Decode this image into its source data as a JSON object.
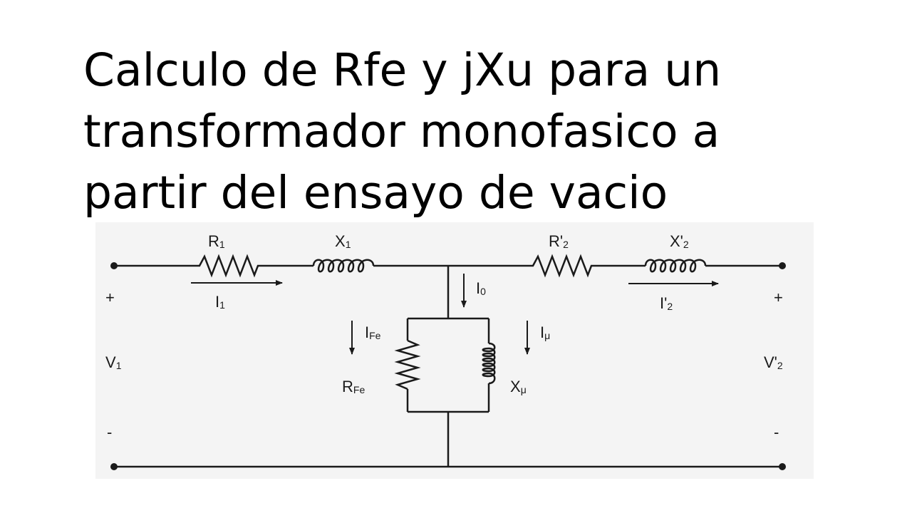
{
  "slide": {
    "title_lines": [
      "Calculo de Rfe y jXu para un",
      "transformador monofasico a",
      "partir del ensayo de vacio"
    ]
  },
  "diagram": {
    "labels": {
      "r1": {
        "main": "R",
        "sub": "1"
      },
      "x1": {
        "main": "X",
        "sub": "1"
      },
      "r2p": {
        "main": "R'",
        "sub": "2"
      },
      "x2p": {
        "main": "X'",
        "sub": "2"
      },
      "i1": {
        "main": "I",
        "sub": "1"
      },
      "i2p": {
        "main": "I'",
        "sub": "2"
      },
      "i0": {
        "main": "I",
        "sub": "0"
      },
      "ife": {
        "main": "I",
        "sub": "Fe"
      },
      "imu": {
        "main": "I",
        "sub": "μ"
      },
      "rfe": {
        "main": "R",
        "sub": "Fe"
      },
      "xmu": {
        "main": "X",
        "sub": "μ"
      },
      "v1": {
        "main": "V",
        "sub": "1"
      },
      "v2p": {
        "main": "V'",
        "sub": "2"
      },
      "plus_left": "+",
      "plus_right": "+",
      "minus_left": "-",
      "minus_right": "-"
    },
    "colors": {
      "ink": "#1a1a1a",
      "panel": "#f4f4f4"
    }
  }
}
